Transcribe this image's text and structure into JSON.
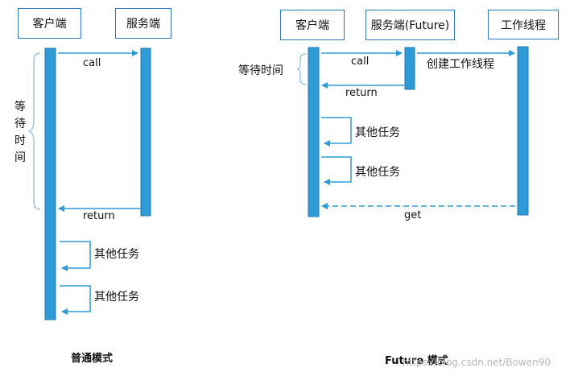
{
  "left": {
    "client": "客户端",
    "server": "服务端",
    "call": "call",
    "wait_chars": [
      "等",
      "待",
      "时",
      "间"
    ],
    "return": "return",
    "task1": "其他任务",
    "task2": "其他任务",
    "caption": "普通模式"
  },
  "right": {
    "client": "客户端",
    "server": "服务端(Future)",
    "worker": "工作线程",
    "call": "call",
    "create": "创建工作线程",
    "wait": "等待时间",
    "return": "return",
    "task1": "其他任务",
    "task2": "其他任务",
    "get": "get",
    "caption": "Future 模式"
  },
  "watermark": "https://blog.csdn.net/Bowen90",
  "colors": {
    "bar": "#2e9bd6",
    "arrow": "#2e9bd6",
    "bracket": "#9dc3e6",
    "box_border": "#2e75b6"
  }
}
